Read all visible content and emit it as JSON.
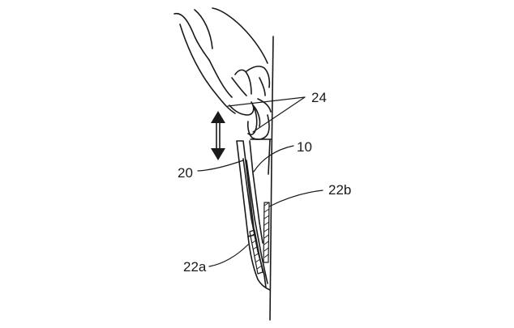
{
  "labels": {
    "ref_24": "24",
    "ref_10": "10",
    "ref_20": "20",
    "ref_22b": "22b",
    "ref_22a": "22a"
  }
}
